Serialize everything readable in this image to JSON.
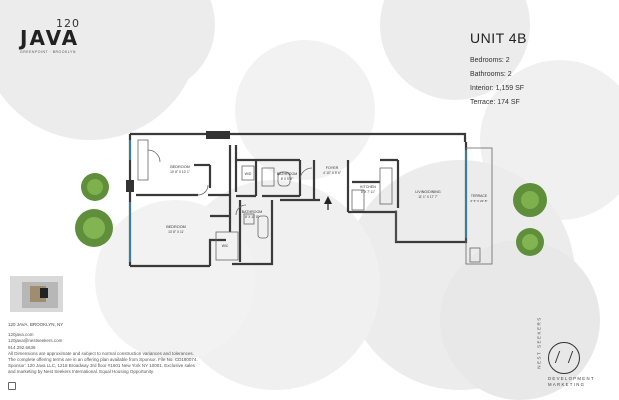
{
  "logo": {
    "number": "120",
    "word": "JAVA",
    "tagline": "GREENPOINT · BROOKLYN"
  },
  "unit": {
    "title": "UNIT 4B",
    "bedrooms": "Bedrooms: 2",
    "bathrooms": "Bathrooms: 2",
    "interior": "Interior: 1,159 SF",
    "terrace": "Terrace: 174 SF"
  },
  "rooms": {
    "bedroom1": {
      "name": "BEDROOM",
      "dims": "10' 8\" X 10' 1\""
    },
    "bedroom2": {
      "name": "BEDROOM",
      "dims": "13' 8\" X 11'"
    },
    "bathroom1": {
      "name": "BATHROOM",
      "dims": "8' X 5' 8\""
    },
    "bathroom2": {
      "name": "BATHROOM",
      "dims": "8' X 11' 8\""
    },
    "foyer": {
      "name": "FOYER",
      "dims": "4' 10\" X 5' 6\""
    },
    "kitchen": {
      "name": "KITCHEN",
      "dims": "8' X 7' 11\""
    },
    "living": {
      "name": "LIVING/DINING",
      "dims": "11' 1\" X 17' 7\""
    },
    "terrace": {
      "name": "TERRACE",
      "dims": "6' 5\" X 23' 8\""
    },
    "wd": "W/D",
    "wic": "WIC"
  },
  "footer": {
    "address": "120 JAVA, BROOKLYN, NY",
    "web": "120java.com",
    "email": "120java@nestseekers.com",
    "phone": "914.292.6636",
    "disclaimer1": "All Dimensions are approximate and subject to normal construction variances and tolerances.",
    "disclaimer2": "The complete offering terms are in an offering plan available from Sponsor. File No. CD180074.",
    "disclaimer3": "Sponsor: 120 Java LLC, 1218 Broadway 3rd floor #1601 New York NY 10001. Exclusive sales",
    "disclaimer4": "and marketing by Nest Seekers International. Equal Housing Opportunity."
  },
  "brand": {
    "vertical": "NEST SEEKERS",
    "name_line1": "DEVELOPMENT",
    "name_line2": "MARKETING"
  },
  "colors": {
    "wall": "#3a3a3a",
    "bg_circle": "#ececec",
    "plant": "#5f8f3a",
    "window": "#3d8fb0"
  }
}
